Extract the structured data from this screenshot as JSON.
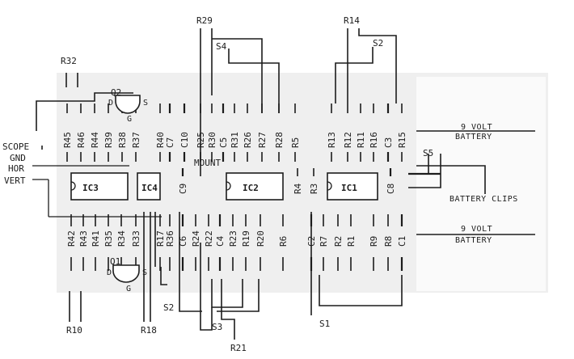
{
  "side_labels": {
    "scope": "SCOPE",
    "gnd": "GND",
    "hor": "HOR",
    "vert": "VERT",
    "mount": "MOUNT"
  },
  "battery": {
    "top": [
      "9 VOLT",
      "BATTERY"
    ],
    "bottom": [
      "9 VOLT",
      "BATTERY"
    ],
    "clips": "BATTERY CLIPS",
    "s5": "S5"
  },
  "ics": [
    "IC3",
    "IC4",
    "IC2",
    "IC1"
  ],
  "transistors": {
    "q2": "Q2",
    "q1": "Q1",
    "d": "D",
    "s": "S",
    "g": "G"
  },
  "switches": {
    "s1": "S1",
    "s2a": "S2",
    "s2b": "S2",
    "s3": "S3",
    "s4": "S4"
  },
  "outside": {
    "r32": "R32",
    "r29": "R29",
    "r14": "R14",
    "r10": "R10",
    "r18": "R18",
    "r21": "R21"
  },
  "top_row": [
    "R45",
    "R46",
    "R44",
    "R39",
    "R38",
    "R37",
    "R40",
    "C7",
    "C10",
    "R25",
    "R30",
    "C5",
    "R31",
    "R26",
    "R27",
    "R28",
    "R5",
    "R13",
    "R12",
    "R11",
    "R16",
    "C3",
    "R15"
  ],
  "bottom_row": [
    "R42",
    "R43",
    "R41",
    "R35",
    "R34",
    "R33",
    "R17",
    "R36",
    "C6",
    "R24",
    "R22",
    "C4",
    "R23",
    "R19",
    "R20",
    "R6",
    "C2",
    "R7",
    "R2",
    "R1",
    "R9",
    "R8",
    "C1"
  ],
  "middle": [
    "C9",
    "R4",
    "R3",
    "C8"
  ]
}
